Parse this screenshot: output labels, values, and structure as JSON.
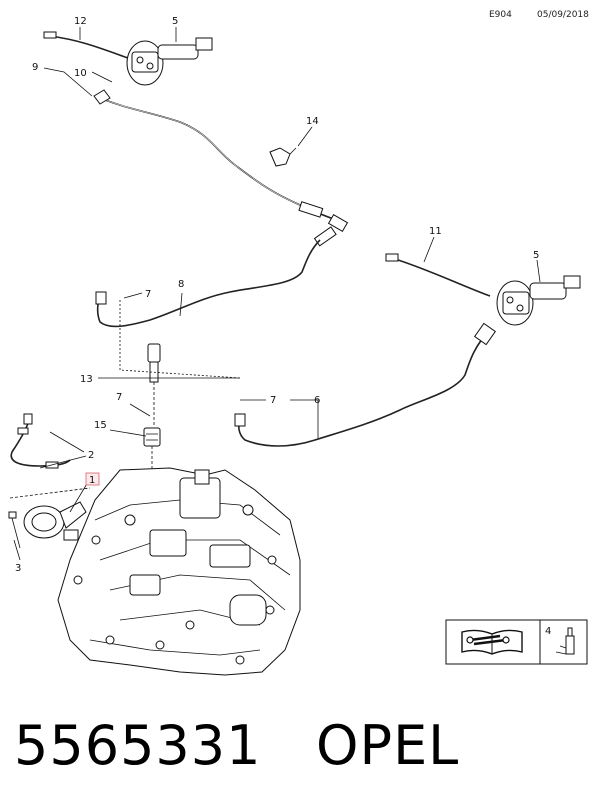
{
  "header": {
    "code": "E904",
    "date": "05/09/2018"
  },
  "callouts": {
    "c12": "12",
    "c5a": "5",
    "c9": "9",
    "c10": "10",
    "c14": "14",
    "c11": "11",
    "c5b": "5",
    "c7a": "7",
    "c8": "8",
    "c13": "13",
    "c7b": "7",
    "c7c": "7",
    "c6": "6",
    "c15": "15",
    "c2": "2",
    "c1": "1",
    "c3": "3",
    "c4": "4"
  },
  "footer": {
    "part_number": "5565331",
    "brand": "OPEL"
  }
}
